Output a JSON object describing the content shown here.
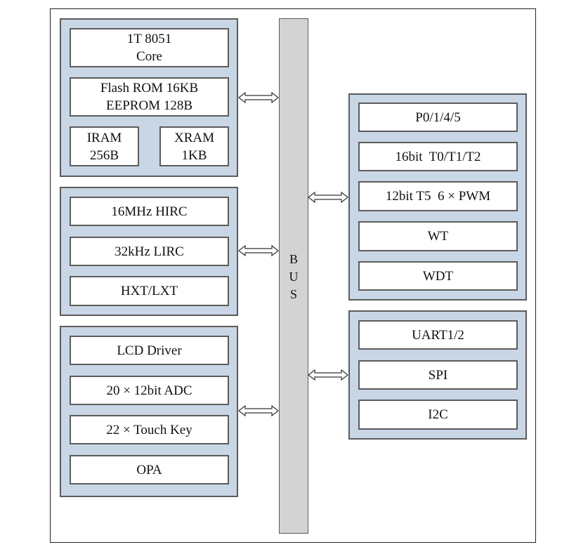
{
  "left_groups": [
    {
      "name": "core-memory-group",
      "blocks": [
        {
          "lines": [
            "1T 8051",
            "Core"
          ]
        },
        {
          "lines": [
            "Flash ROM 16KB",
            "EEPROM 128B"
          ]
        },
        {
          "lines": [
            "IRAM",
            "256B"
          ]
        },
        {
          "lines": [
            "XRAM",
            "1KB"
          ]
        }
      ]
    },
    {
      "name": "clock-group",
      "blocks": [
        {
          "lines": [
            "16MHz HIRC"
          ]
        },
        {
          "lines": [
            "32kHz LIRC"
          ]
        },
        {
          "lines": [
            "HXT/LXT"
          ]
        }
      ]
    },
    {
      "name": "analog-group",
      "blocks": [
        {
          "lines": [
            "LCD Driver"
          ]
        },
        {
          "lines": [
            "20 × 12bit ADC"
          ]
        },
        {
          "lines": [
            "22 × Touch Key"
          ]
        },
        {
          "lines": [
            "OPA"
          ]
        }
      ]
    }
  ],
  "bus": {
    "letters": [
      "B",
      "U",
      "S"
    ]
  },
  "right_groups": [
    {
      "name": "timer-io-group",
      "blocks": [
        {
          "lines": [
            "P0/1/4/5"
          ]
        },
        {
          "lines": [
            "16bit  T0/T1/T2"
          ]
        },
        {
          "lines": [
            "12bit T5  6 × PWM"
          ]
        },
        {
          "lines": [
            "WT"
          ]
        },
        {
          "lines": [
            "WDT"
          ]
        }
      ]
    },
    {
      "name": "comm-group",
      "blocks": [
        {
          "lines": [
            "UART1/2"
          ]
        },
        {
          "lines": [
            "SPI"
          ]
        },
        {
          "lines": [
            "I2C"
          ]
        }
      ]
    }
  ],
  "colors": {
    "group_fill": "#c9d6e6",
    "bus_fill": "#d3d3d3",
    "border": "#5b5b5b"
  }
}
